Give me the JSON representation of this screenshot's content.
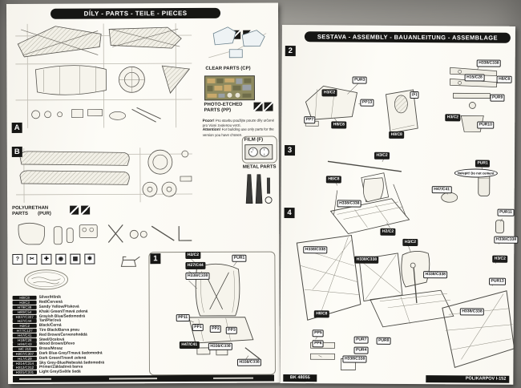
{
  "left_page": {
    "header": "DÍLY - PARTS - TEILE - PIECES",
    "sprue_a": "A",
    "sprue_b": "B",
    "sections": {
      "polyurethan_1": "POLYURETHAN",
      "polyurethan_2": "PARTS",
      "polyurethan_3": "(PUR)",
      "clear": "CLEAR PARTS (CP)",
      "photoetched_1": "PHOTO-ETCHED",
      "photoetched_2": "PARTS (PP)",
      "film": "FILM (F)",
      "metal": "METAL PARTS"
    },
    "note": {
      "cz_title": "Pozor!",
      "cz_text": "Pro stavbu použijte pouze díly určené pro Vámi zvolenou verzi.",
      "en_title": "Attention!",
      "en_text": "For building use only parts for the version you have chosen."
    },
    "symbols": [
      {
        "name": "optional",
        "glyph": "?"
      },
      {
        "name": "cut",
        "glyph": "✂"
      },
      {
        "name": "drill",
        "glyph": "✚"
      },
      {
        "name": "open-hole",
        "glyph": "◉"
      },
      {
        "name": "sand",
        "glyph": "▦"
      },
      {
        "name": "glue",
        "glyph": "✱"
      }
    ],
    "colors": [
      {
        "code": "H8/C8",
        "name": "Silver/Hliník"
      },
      {
        "code": "H3/C3",
        "name": "Red/Červená"
      },
      {
        "code": "H79/C38",
        "name": "Sandy Yellow/Písková"
      },
      {
        "code": "H80/C54",
        "name": "Khaki Green/Tmavá zelená"
      },
      {
        "code": "H337/C337",
        "name": "Grayish Blue/Šedomodrá"
      },
      {
        "code": "H27/C44",
        "name": "Tan/Pleťová"
      },
      {
        "code": "H2/C2",
        "name": "Black/Černá"
      },
      {
        "code": "H77/C137",
        "name": "Tire Black/Barva pneu"
      },
      {
        "code": "H47/C41",
        "name": "Red Brown/Červenohnědá"
      },
      {
        "code": "H18/C28",
        "name": "Steel/Ocelová"
      },
      {
        "code": "H84/C43",
        "name": "Wood Brown/Dřevo"
      },
      {
        "code": "MC 219",
        "name": "Brass/Mosaz"
      },
      {
        "code": "H307/C307",
        "name": "Dark Blue-Grey/Tmavá šedomodrá"
      },
      {
        "code": "H17/C29",
        "name": "Dark Green/Tmavě zelená"
      },
      {
        "code": "H314/C314",
        "name": "Sky Grey-Blue/Nebeská šedomodrá"
      },
      {
        "code": "H312/C312",
        "name": "Primer/Základová barva"
      },
      {
        "code": "H331/C331",
        "name": "Light Grey/Světle šedá"
      }
    ],
    "step1": {
      "number": "1"
    },
    "step1_labels": [
      {
        "text": "H2/C2"
      },
      {
        "text": "PUR1"
      },
      {
        "text": "H27/C44"
      },
      {
        "text": "H338/C338"
      },
      {
        "text": "PP11"
      },
      {
        "text": "PP1"
      },
      {
        "text": "PP2"
      },
      {
        "text": "PP3"
      },
      {
        "text": "H47/C41"
      },
      {
        "text": "H338/C338"
      },
      {
        "text": "H338/C338"
      }
    ]
  },
  "right_page": {
    "header": "SESTAVA - ASSEMBLY - BAUANLEITUNG - ASSEMBLAGE",
    "steps": [
      "2",
      "3",
      "4"
    ],
    "note_oval": "Nelepit! Do not cement",
    "labels": [
      {
        "text": "PUR3"
      },
      {
        "text": "H3/C2"
      },
      {
        "text": "PP7"
      },
      {
        "text": "H8/C8"
      },
      {
        "text": "PP13"
      },
      {
        "text": "(F)"
      },
      {
        "text": "H338/C338"
      },
      {
        "text": "H15/C28"
      },
      {
        "text": "H8/C8"
      },
      {
        "text": "PUR9"
      },
      {
        "text": "H3/C2"
      },
      {
        "text": "PUR10"
      },
      {
        "text": "H8/C8"
      },
      {
        "text": "PUR1"
      },
      {
        "text": "H47/C41"
      },
      {
        "text": "PUR11"
      },
      {
        "text": "H3/C2"
      },
      {
        "text": "H8/C8"
      },
      {
        "text": "H338/C338"
      },
      {
        "text": "H2/C2"
      },
      {
        "text": "H338/C338"
      },
      {
        "text": "H338/C338"
      },
      {
        "text": "H3/C2"
      },
      {
        "text": "H338/C338"
      },
      {
        "text": "H8/C8"
      },
      {
        "text": "PP5"
      },
      {
        "text": "PP6"
      },
      {
        "text": "PUR7"
      },
      {
        "text": "PUR8"
      },
      {
        "text": "PUR4"
      },
      {
        "text": "H338/C338"
      },
      {
        "text": "H338/C338"
      },
      {
        "text": "H3/C2"
      },
      {
        "text": "PUR13"
      },
      {
        "text": "H338/C338"
      }
    ]
  },
  "footer": {
    "kit_code": "BK 48055",
    "kit_name": "POLIKARPOV I-152"
  }
}
